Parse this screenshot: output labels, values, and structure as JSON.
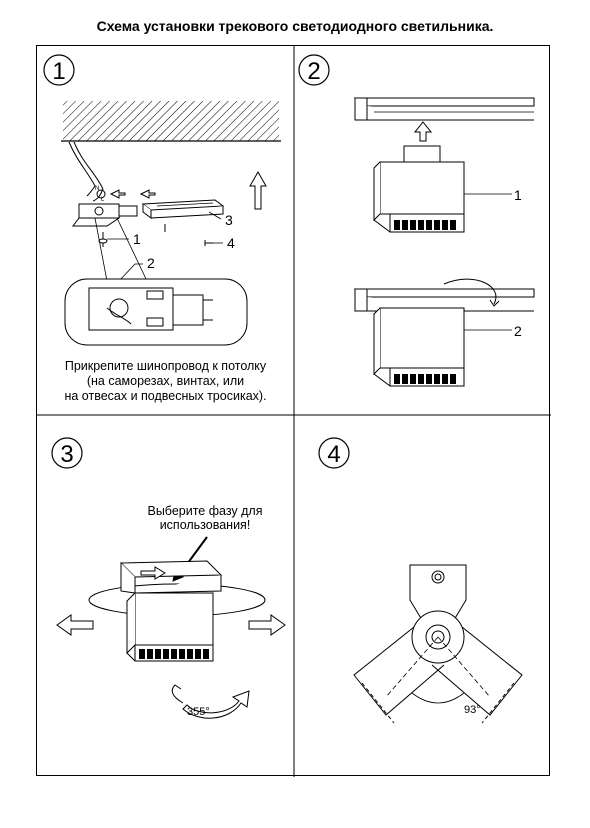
{
  "title": "Схема установки трекового светодиодного светильника.",
  "panels": [
    {
      "number": "1",
      "callouts": [
        "1",
        "2",
        "3",
        "4"
      ],
      "caption_lines": [
        "Прикрепите шинопровод к потолку",
        "(на саморезах, винтах, или",
        "на отвесах и подвесных тросиках)."
      ]
    },
    {
      "number": "2",
      "callouts": [
        "1",
        "2"
      ]
    },
    {
      "number": "3",
      "note_lines": [
        "Выберите фазу для",
        "использования!"
      ],
      "rotation_label": "355°"
    },
    {
      "number": "4",
      "angle_label": "93°"
    }
  ]
}
